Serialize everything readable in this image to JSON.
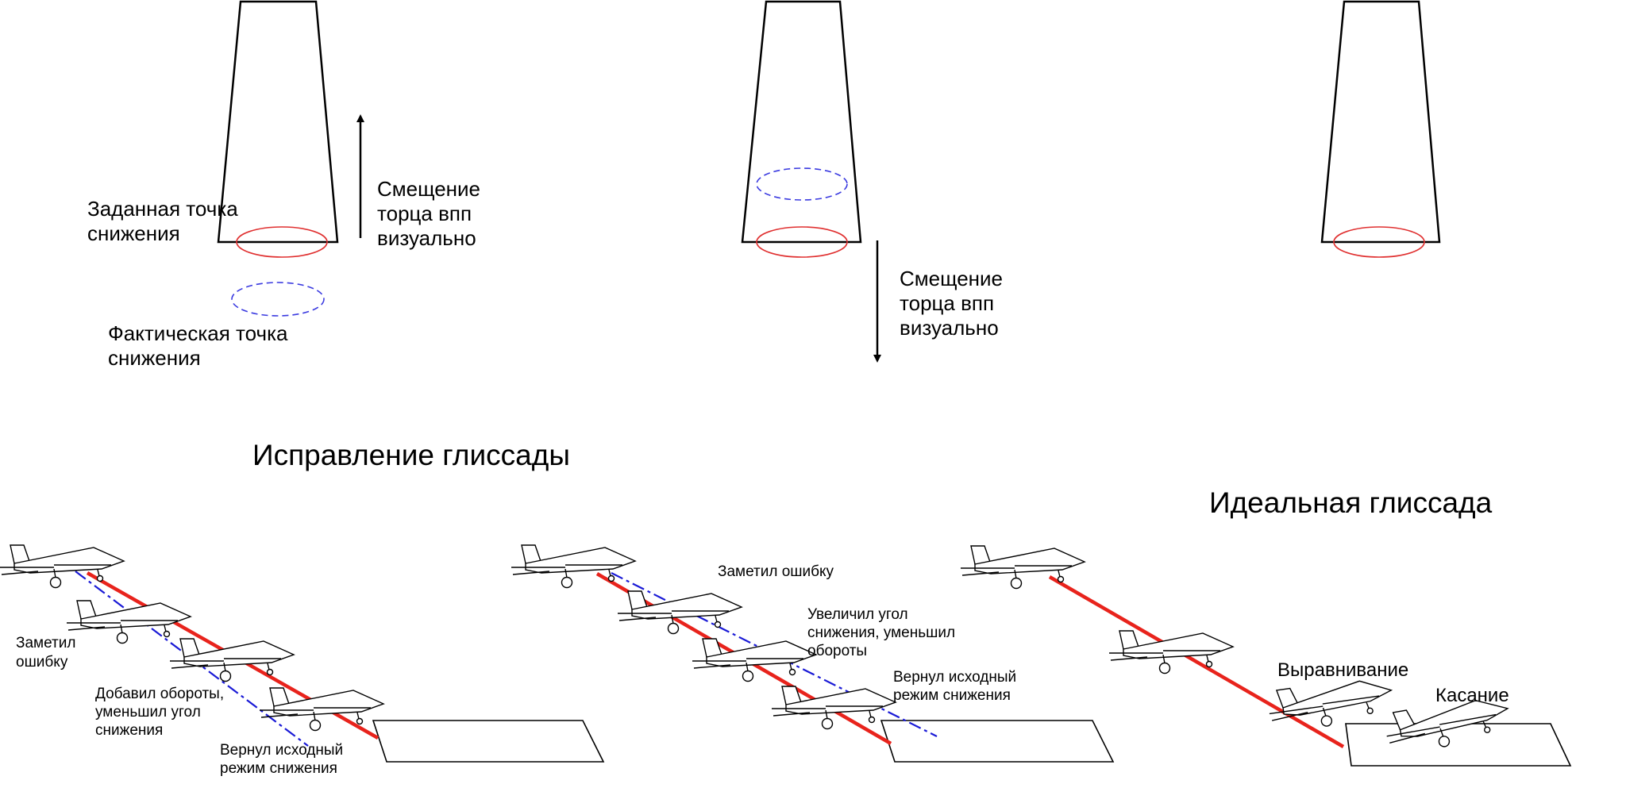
{
  "top_panels": {
    "panel1": {
      "target_label": [
        "Заданная точка",
        "снижения"
      ],
      "actual_label": [
        "Фактическая точка",
        "снижения"
      ],
      "shift_label": [
        "Смещение",
        "торца впп",
        "визуально"
      ]
    },
    "panel2": {
      "shift_label": [
        "Смещение",
        "торца впп",
        "визуально"
      ]
    }
  },
  "bottom": {
    "correction_title": "Исправление глиссады",
    "ideal_title": "Идеальная глиссада",
    "left_scene": {
      "noticed": [
        "Заметил",
        "ошибку"
      ],
      "added_power": [
        "Добавил обороты,",
        "уменьшил угол",
        "снижения"
      ],
      "resumed": [
        "Вернул исходный",
        "режим снижения"
      ]
    },
    "middle_scene": {
      "noticed": [
        "Заметил ошибку"
      ],
      "increased_angle": [
        "Увеличил угол",
        "снижения, уменьшил",
        "обороты"
      ],
      "resumed": [
        "Вернул исходный",
        "режим снижения"
      ]
    },
    "right_scene": {
      "flare": "Выравнивание",
      "touchdown": "Касание"
    }
  },
  "colors": {
    "target_glide": "#e8231c",
    "actual_glide": "#1a1ad6",
    "target_ellipse": "#e03030",
    "actual_ellipse": "#3a3ae0",
    "outline": "#000000"
  }
}
